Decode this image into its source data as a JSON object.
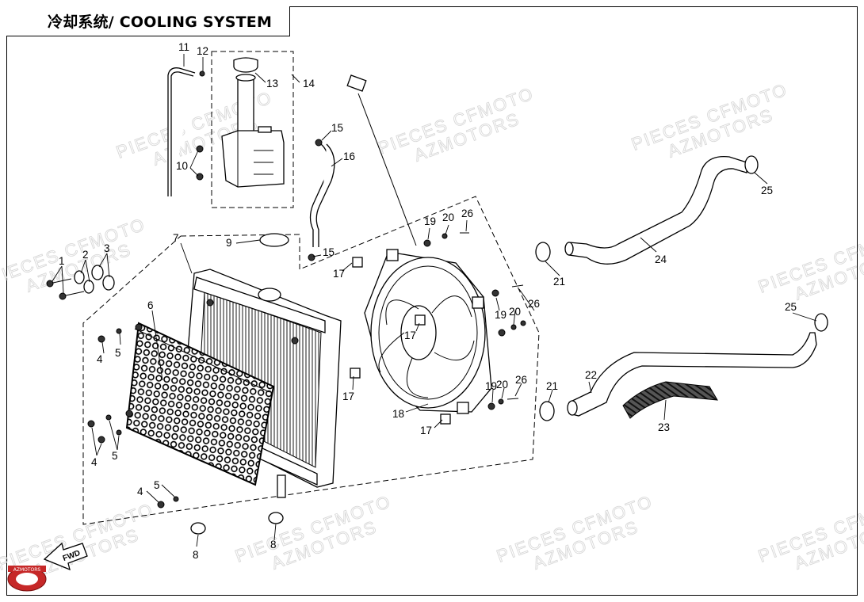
{
  "header": {
    "title": "冷却系统/ COOLING SYSTEM"
  },
  "watermark": {
    "line1": "PIECES CFMOTO",
    "line2": "AZMOTORS"
  },
  "logo": {
    "text": "AZMOTORS",
    "color": "#c62828"
  },
  "fwd_label": "FWD",
  "callouts": {
    "c1": "1",
    "c2": "2",
    "c3": "3",
    "c4a": "4",
    "c4b": "4",
    "c4c": "4",
    "c5a": "5",
    "c5b": "5",
    "c5c": "5",
    "c6": "6",
    "c7": "7",
    "c8a": "8",
    "c8b": "8",
    "c9": "9",
    "c10": "10",
    "c11": "11",
    "c12": "12",
    "c13": "13",
    "c14": "14",
    "c15a": "15",
    "c15b": "15",
    "c16": "16",
    "c17a": "17",
    "c17b": "17",
    "c17c": "17",
    "c17d": "17",
    "c18": "18",
    "c19a": "19",
    "c19b": "19",
    "c19c": "19",
    "c20a": "20",
    "c20b": "20",
    "c20c": "20",
    "c21a": "21",
    "c21b": "21",
    "c22": "22",
    "c23": "23",
    "c24": "24",
    "c25a": "25",
    "c25b": "25",
    "c26a": "26",
    "c26b": "26",
    "c26c": "26"
  }
}
